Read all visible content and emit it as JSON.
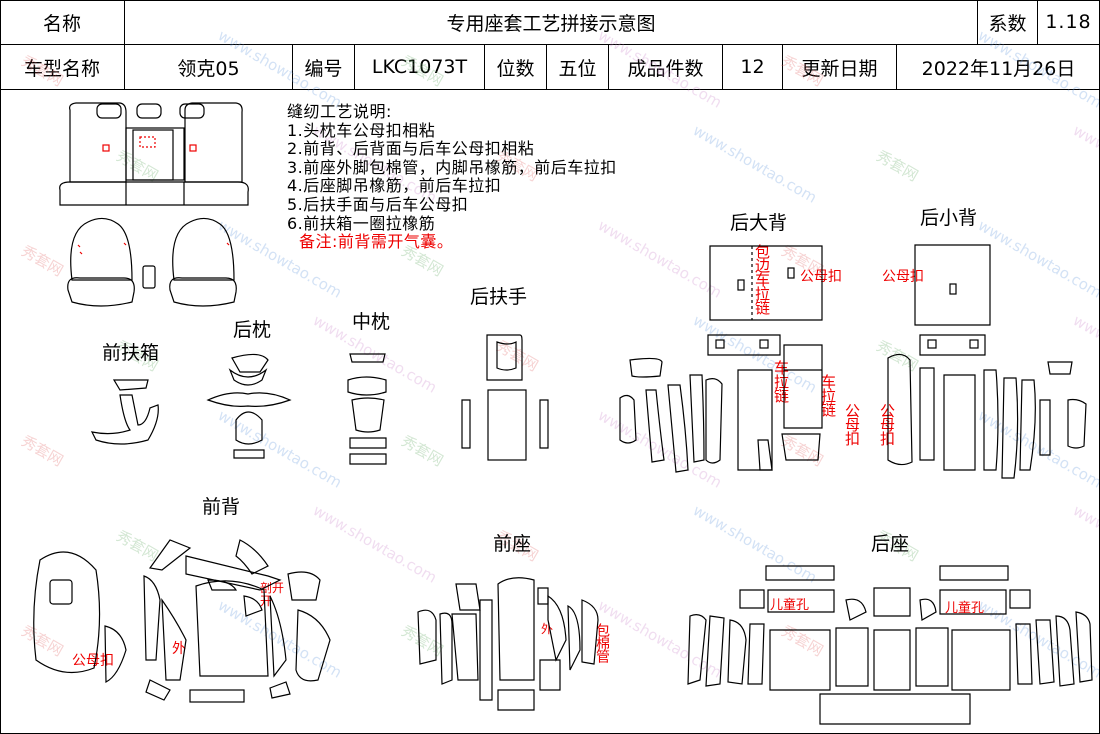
{
  "header": {
    "name_label": "名称",
    "title": "专用座套工艺拼接示意图",
    "coef_label": "系数",
    "coef_value": "1.18",
    "model_label": "车型名称",
    "model_value": "领克05",
    "code_label": "编号",
    "code_value": "LKC1073T",
    "seat_label": "位数",
    "seat_value": "五位",
    "pieces_label": "成品件数",
    "pieces_value": "12",
    "date_label": "更新日期",
    "date_value": "2022年11月26日"
  },
  "notes": {
    "title": "缝纫工艺说明:",
    "items": [
      "1.头枕车公母扣相粘",
      "2.前背、后背面与后车公母扣相粘",
      "3.前座外脚包棉管，内脚吊橡筋，前后车拉扣",
      "4.后座脚吊橡筋，前后车拉扣",
      "5.后扶手面与后车公母扣",
      "6.前扶箱一圈拉橡筋"
    ],
    "remark": "备注:前背需开气囊。"
  },
  "sections": {
    "front_box": "前扶箱",
    "rear_pillow": "后枕",
    "mid_pillow": "中枕",
    "rear_armrest": "后扶手",
    "rear_big_back": "后大背",
    "rear_small_back": "后小背",
    "front_back": "前背",
    "front_seat": "前座",
    "rear_seat": "后座"
  },
  "annotations": {
    "bag_edge_zipper": "包边车拉链",
    "snap": "公母扣",
    "zipper": "车拉链",
    "outer": "外",
    "bag_cotton": "包棉管",
    "child": "儿童孔",
    "open_cut": "剖开开",
    "cut": "剖"
  },
  "watermark": {
    "text_cn": "秀套网",
    "text_en": "www.showtao.com",
    "colors": [
      "#e06666",
      "#6699dd",
      "#66aa66",
      "#cc88cc"
    ]
  }
}
